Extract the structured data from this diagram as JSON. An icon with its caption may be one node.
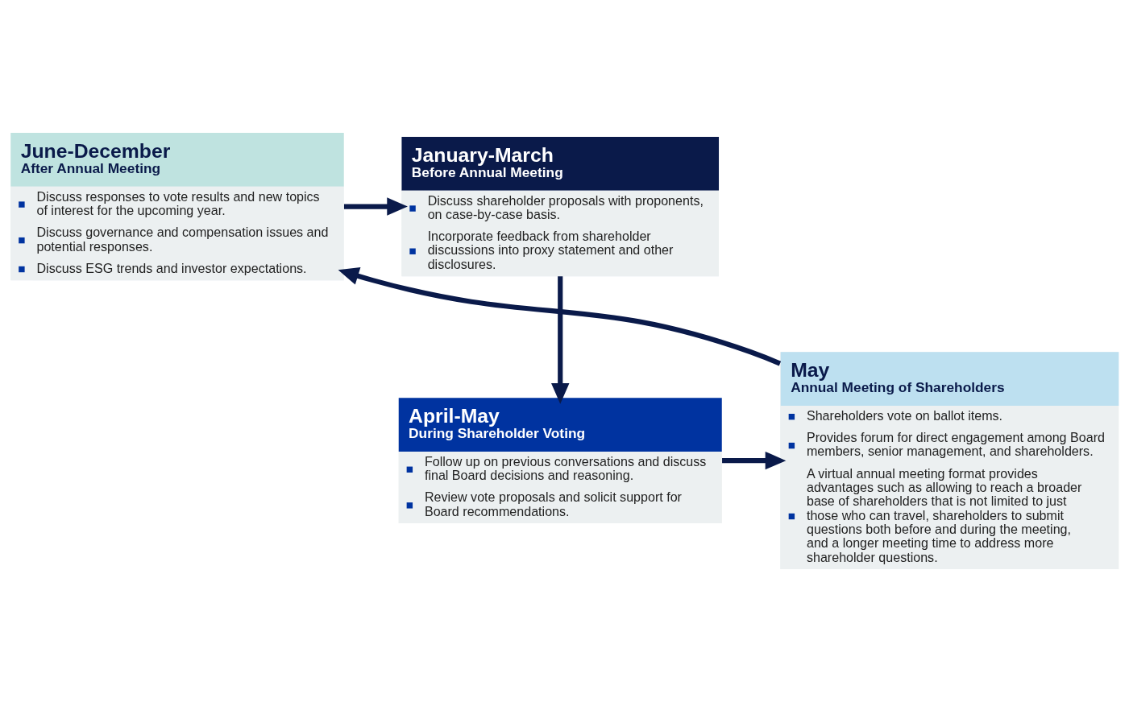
{
  "diagram": {
    "nodes": [
      {
        "text": [
          "June-December",
          "After Annual Meeting",
          "Discuss responses to vote results and new topics of interest for the upcoming year.",
          "Discuss governance and compensation issues and potential responses.",
          "Discuss ESG trends and investor expectations."
        ]
      },
      {
        "text": [
          "January-March",
          "Before Annual Meeting",
          "Discuss shareholder proposals with proponents, on case-by-case basis.",
          "Incorporate feedback from shareholder discussions into proxy statement and other disclosures."
        ]
      },
      {
        "text": [
          "April-May",
          "During Shareholder Voting",
          "Follow up on previous conversations and discuss final Board decisions and reasoning.",
          "Review vote proposals and solicit support for Board recommendations."
        ]
      },
      {
        "text": [
          "May",
          "Annual Meeting of Shareholders",
          "Shareholders vote on ballot items.",
          "Provides forum for direct engagement among Board members, senior management, and shareholders.",
          "A virtual annual meeting format provides advantages such as allowing to reach a broader base of shareholders that is not limited to just those who can travel, shareholders to submit questions both before and during the meeting, and a longer meeting time to address more shareholder questions."
        ]
      }
    ],
    "edges": [
      {
        "from": 0,
        "to": 1,
        "arrow": "to"
      },
      {
        "from": 1,
        "to": 2,
        "arrow": "to"
      },
      {
        "from": 2,
        "to": 3,
        "arrow": "to"
      },
      {
        "from": 3,
        "to": 0,
        "arrow": "to"
      }
    ]
  }
}
